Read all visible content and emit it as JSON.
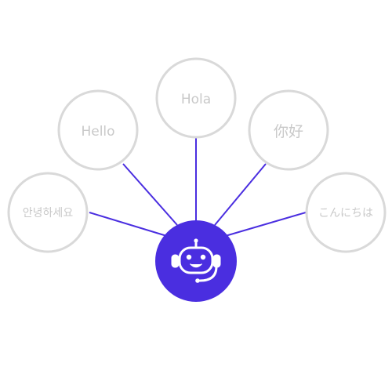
{
  "colors": {
    "hub": "#4a2ee0",
    "connector": "#4a2ee0",
    "bubble_stroke": "#d9d9d9",
    "bubble_text": "#c9c9c9",
    "icon": "#ffffff"
  },
  "hub": {
    "icon": "chatbot-robot-headset-icon"
  },
  "greetings": [
    {
      "text": "안녕하세요"
    },
    {
      "text": "Hello"
    },
    {
      "text": "Hola"
    },
    {
      "text": "你好"
    },
    {
      "text": "こんにちは"
    }
  ]
}
